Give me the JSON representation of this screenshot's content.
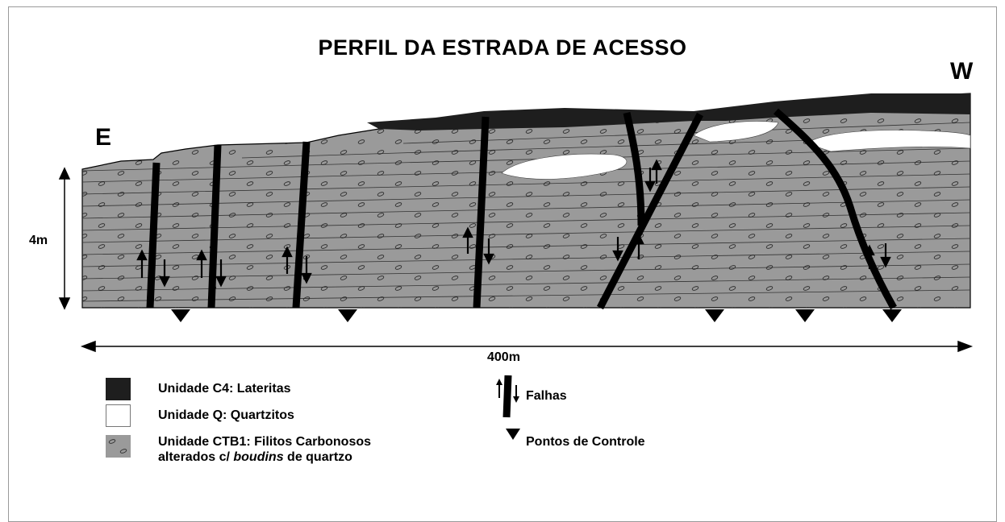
{
  "title": "PERFIL DA ESTRADA DE ACESSO",
  "directions": {
    "east": "E",
    "west": "W"
  },
  "scale": {
    "height": "4m",
    "width": "400m"
  },
  "legend": {
    "units": [
      {
        "color": "#1e1e1e",
        "label": "Unidade C4: Lateritas"
      },
      {
        "color": "#ffffff",
        "label": "Unidade Q: Quartzitos"
      },
      {
        "color": "#9a9a9a",
        "label_line1": "Unidade CTB1: Filitos Carbonosos",
        "label_line2_pre": "alterados c/ ",
        "label_line2_italic": "boudins",
        "label_line2_post": " de quartzo"
      }
    ],
    "faults": "Falhas",
    "control_points": "Pontos de Controle"
  },
  "colors": {
    "phyllite": "#9a9a9a",
    "laterite": "#1e1e1e",
    "quartzite": "#ffffff",
    "lines": "#000000"
  }
}
